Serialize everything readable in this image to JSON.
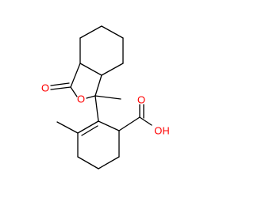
{
  "molecule": {
    "atom_labels": {
      "lactone_carbonyl_o": "O",
      "ring_o": "O",
      "acid_carbonyl_o": "O",
      "acid_oh": "OH"
    },
    "colors": {
      "bond": "#000000",
      "oxygen": "#ff0000",
      "background": "#ffffff"
    }
  }
}
